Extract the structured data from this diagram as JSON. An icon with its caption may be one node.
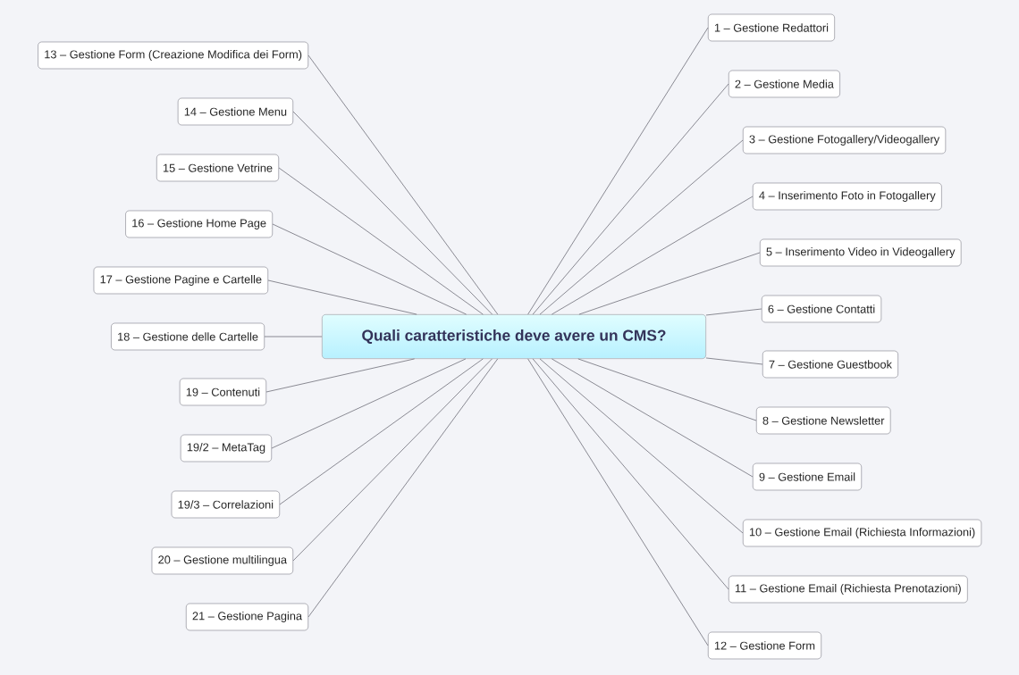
{
  "diagram": {
    "nodes": [
      {
        "text": [
          "Quali caratteristiche deve avere un CMS?"
        ]
      },
      {
        "text": [
          "1 – Gestione Redattori"
        ]
      },
      {
        "text": [
          "2 – Gestione Media"
        ]
      },
      {
        "text": [
          "3 – Gestione Fotogallery/Videogallery"
        ]
      },
      {
        "text": [
          "4 – Inserimento Foto in Fotogallery"
        ]
      },
      {
        "text": [
          "5 – Inserimento Video in Videogallery"
        ]
      },
      {
        "text": [
          "6 – Gestione Contatti"
        ]
      },
      {
        "text": [
          "7 – Gestione Guestbook"
        ]
      },
      {
        "text": [
          "8 – Gestione Newsletter"
        ]
      },
      {
        "text": [
          "9 – Gestione Email"
        ]
      },
      {
        "text": [
          "10 – Gestione Email (Richiesta Informazioni)"
        ]
      },
      {
        "text": [
          "11 – Gestione Email (Richiesta Prenotazioni)"
        ]
      },
      {
        "text": [
          "12 – Gestione Form"
        ]
      },
      {
        "text": [
          "13 – Gestione Form (Creazione Modifica dei Form)"
        ]
      },
      {
        "text": [
          "14 – Gestione Menu"
        ]
      },
      {
        "text": [
          "15 – Gestione Vetrine"
        ]
      },
      {
        "text": [
          "16 – Gestione Home Page"
        ]
      },
      {
        "text": [
          "17 – Gestione Pagine e Cartelle"
        ]
      },
      {
        "text": [
          "18 – Gestione delle Cartelle"
        ]
      },
      {
        "text": [
          "19 – Contenuti"
        ]
      },
      {
        "text": [
          "19/2 – MetaTag"
        ]
      },
      {
        "text": [
          "19/3 – Correlazioni"
        ]
      },
      {
        "text": [
          "20 – Gestione multilingua"
        ]
      },
      {
        "text": [
          "21 – Gestione Pagina"
        ]
      }
    ],
    "edges": [
      {
        "from": 0,
        "to": 1,
        "arrow": "none"
      },
      {
        "from": 0,
        "to": 2,
        "arrow": "none"
      },
      {
        "from": 0,
        "to": 3,
        "arrow": "none"
      },
      {
        "from": 0,
        "to": 4,
        "arrow": "none"
      },
      {
        "from": 0,
        "to": 5,
        "arrow": "none"
      },
      {
        "from": 0,
        "to": 6,
        "arrow": "none"
      },
      {
        "from": 0,
        "to": 7,
        "arrow": "none"
      },
      {
        "from": 0,
        "to": 8,
        "arrow": "none"
      },
      {
        "from": 0,
        "to": 9,
        "arrow": "none"
      },
      {
        "from": 0,
        "to": 10,
        "arrow": "none"
      },
      {
        "from": 0,
        "to": 11,
        "arrow": "none"
      },
      {
        "from": 0,
        "to": 12,
        "arrow": "none"
      },
      {
        "from": 0,
        "to": 13,
        "arrow": "none"
      },
      {
        "from": 0,
        "to": 14,
        "arrow": "none"
      },
      {
        "from": 0,
        "to": 15,
        "arrow": "none"
      },
      {
        "from": 0,
        "to": 16,
        "arrow": "none"
      },
      {
        "from": 0,
        "to": 17,
        "arrow": "none"
      },
      {
        "from": 0,
        "to": 18,
        "arrow": "none"
      },
      {
        "from": 0,
        "to": 19,
        "arrow": "none"
      },
      {
        "from": 0,
        "to": 20,
        "arrow": "none"
      },
      {
        "from": 0,
        "to": 21,
        "arrow": "none"
      },
      {
        "from": 0,
        "to": 22,
        "arrow": "none"
      },
      {
        "from": 0,
        "to": 23,
        "arrow": "none"
      }
    ]
  }
}
